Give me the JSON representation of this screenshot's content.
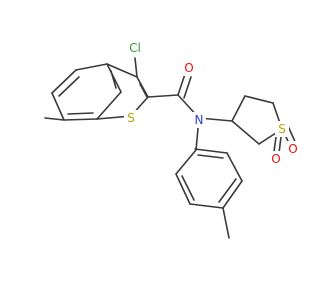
{
  "molecule": {
    "atoms": {
      "cl": "Cl",
      "o_amide": "O",
      "s_thiophene": "S",
      "n_amide": "N",
      "s_sulfone": "S",
      "o_sulfone_1": "O",
      "o_sulfone_2": "O"
    },
    "colors": {
      "bond": "#3a3a3a",
      "chlorine": "#2e9e2e",
      "oxygen": "#e8120c",
      "nitrogen": "#2d3fdb",
      "sulfur": "#b8a500"
    }
  }
}
